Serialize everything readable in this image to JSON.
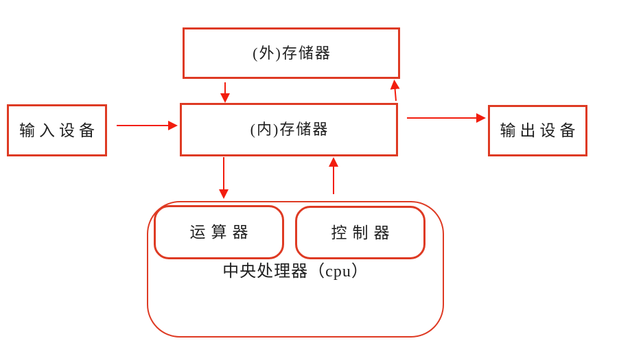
{
  "diagram": {
    "nodes": {
      "external_storage": {
        "label": "(外)存储器"
      },
      "internal_storage": {
        "label": "(内)存储器"
      },
      "input_device": {
        "label": "输入设备"
      },
      "output_device": {
        "label": "输出设备"
      },
      "alu": {
        "label": "运算器"
      },
      "control_unit": {
        "label": "控制器"
      },
      "cpu": {
        "label": "中央处理器（cpu）"
      }
    },
    "edges": [
      {
        "from": "external_storage",
        "to": "internal_storage"
      },
      {
        "from": "internal_storage",
        "to": "external_storage"
      },
      {
        "from": "input_device",
        "to": "internal_storage"
      },
      {
        "from": "internal_storage",
        "to": "output_device"
      },
      {
        "from": "internal_storage",
        "to": "cpu"
      },
      {
        "from": "cpu",
        "to": "internal_storage"
      }
    ],
    "colors": {
      "box_border": "#de3a23",
      "arrow": "#f21d0e",
      "text": "#1f1f1f",
      "background": "#ffffff"
    }
  }
}
